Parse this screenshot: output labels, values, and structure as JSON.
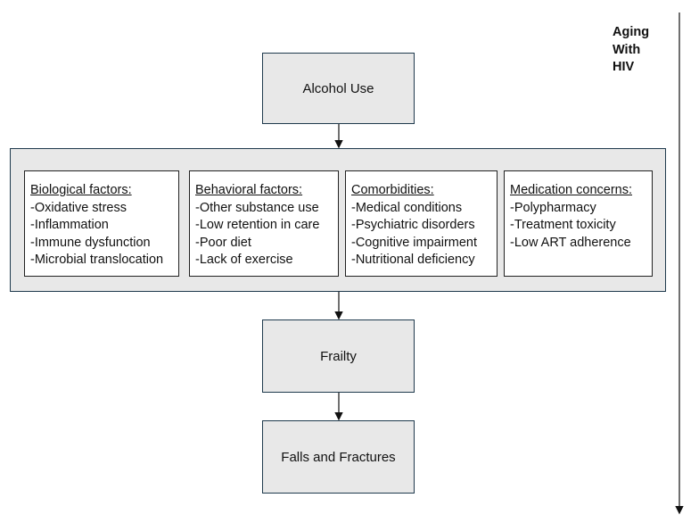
{
  "nodes": {
    "alcohol_use": "Alcohol Use",
    "frailty": "Frailty",
    "falls_fractures": "Falls and Fractures"
  },
  "factors": [
    {
      "title": "Biological factors:",
      "items": [
        "-Oxidative stress",
        "-Inflammation",
        "-Immune dysfunction",
        "-Microbial translocation"
      ]
    },
    {
      "title": "Behavioral factors:",
      "items": [
        "-Other substance use",
        "-Low retention in care",
        "-Poor diet",
        "-Lack of exercise"
      ]
    },
    {
      "title": "Comorbidities:",
      "items": [
        "-Medical conditions",
        "-Psychiatric disorders",
        "-Cognitive impairment",
        "-Nutritional deficiency"
      ]
    },
    {
      "title": "Medication concerns:",
      "items": [
        "-Polypharmacy",
        "-Treatment toxicity",
        "-Low ART adherence"
      ]
    }
  ],
  "aging_label": [
    "Aging",
    "With",
    "HIV"
  ],
  "colors": {
    "box_fill": "#e8e8e8",
    "box_border": "#1f3a4d",
    "arrow": "#111111"
  }
}
